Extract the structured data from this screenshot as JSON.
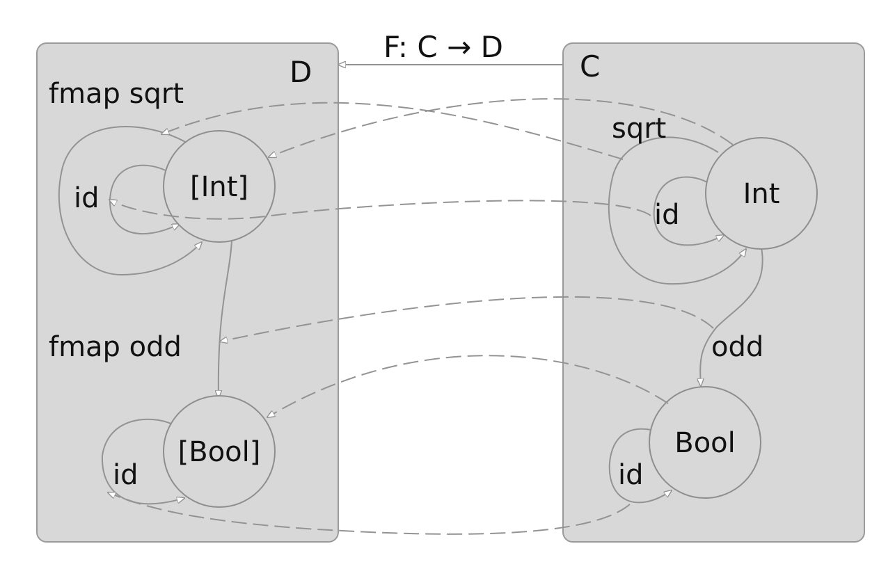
{
  "title": "F: C → D",
  "categories": {
    "source": {
      "name": "C"
    },
    "target": {
      "name": "D"
    }
  },
  "source_objects": {
    "int": "Int",
    "bool": "Bool"
  },
  "source_morphisms": {
    "sqrt": "sqrt",
    "odd": "odd",
    "id_int": "id",
    "id_bool": "id"
  },
  "target_objects": {
    "list_int": "[Int]",
    "list_bool": "[Bool]"
  },
  "target_morphisms": {
    "fmap_sqrt": "fmap sqrt",
    "fmap_odd": "fmap odd",
    "id_list_int": "id",
    "id_list_bool": "id"
  },
  "colors": {
    "panel": "#d8d8d8",
    "stroke": "#939393",
    "text": "#111111"
  }
}
